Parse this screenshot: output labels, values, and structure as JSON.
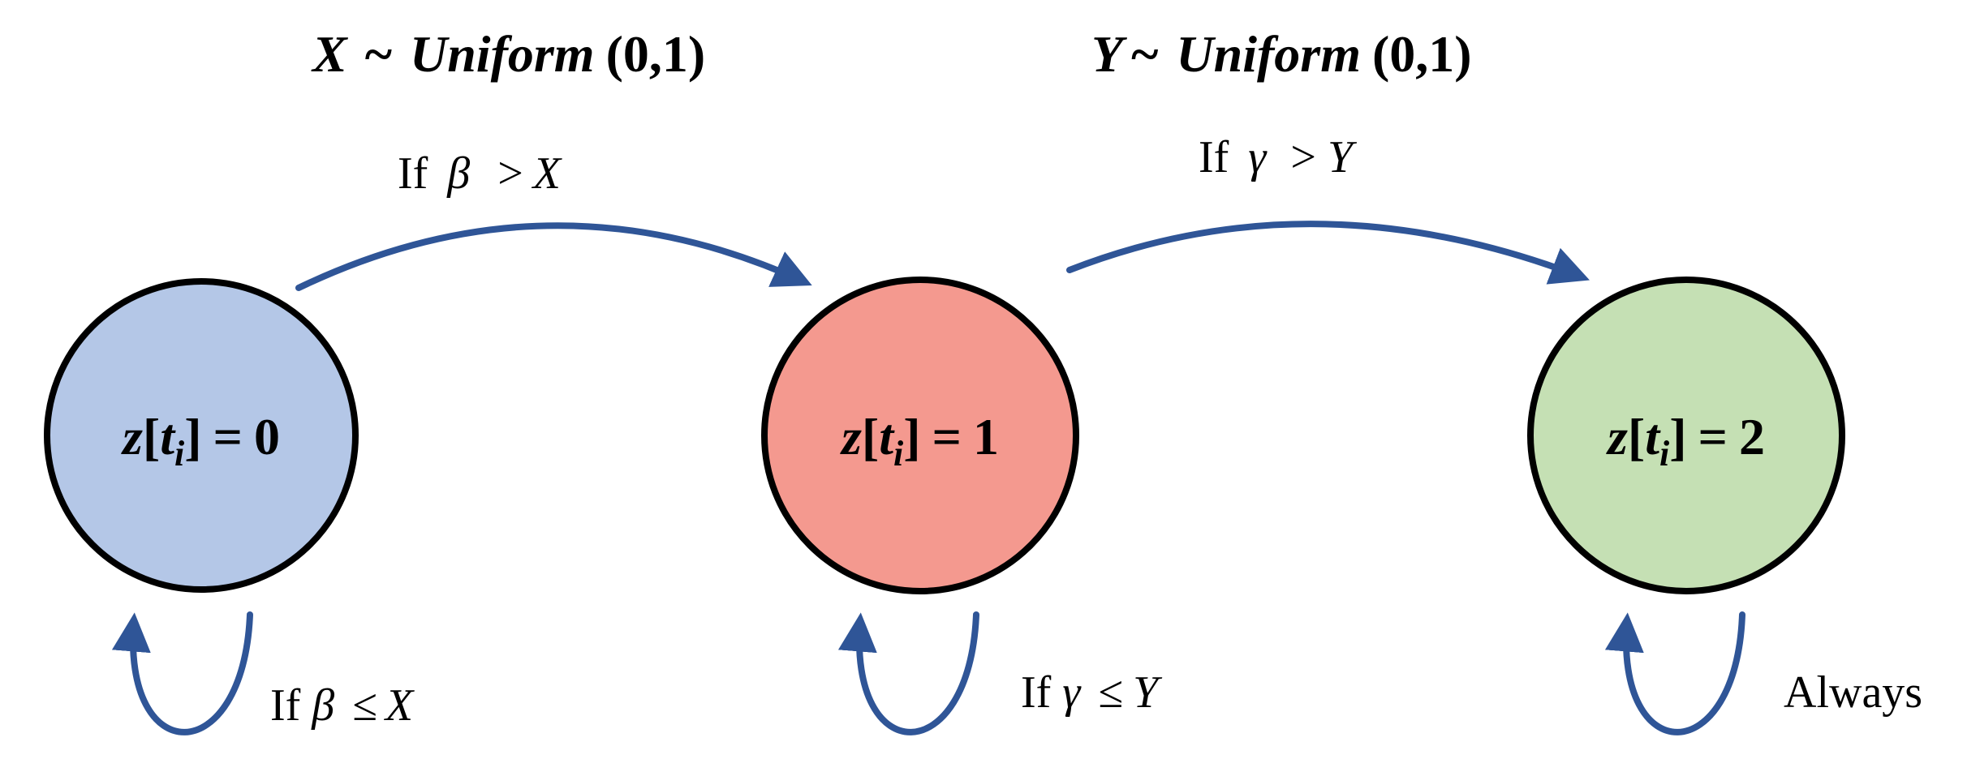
{
  "distributions": [
    {
      "var": "X",
      "tilde": "~",
      "name": "Uniform",
      "args": "(0,1)"
    },
    {
      "var": "Y",
      "tilde": "~",
      "name": "Uniform",
      "args": "(0,1)"
    }
  ],
  "transitions": [
    {
      "if": "If",
      "param": "β",
      "op": ">",
      "var": "X"
    },
    {
      "if": "If",
      "param": "γ",
      "op": ">",
      "var": "Y"
    }
  ],
  "self_loops": [
    {
      "if": "If",
      "param": "β",
      "op": "≤",
      "var": "X"
    },
    {
      "if": "If",
      "param": "γ",
      "op": "≤",
      "var": "Y"
    },
    {
      "label": "Always"
    }
  ],
  "states": [
    {
      "z": "z",
      "open": "[",
      "t": "t",
      "sub": "i",
      "close": "]",
      "eq": "=",
      "value": "0",
      "color": "#b4c7e7"
    },
    {
      "z": "z",
      "open": "[",
      "t": "t",
      "sub": "i",
      "close": "]",
      "eq": "=",
      "value": "1",
      "color": "#f4998f"
    },
    {
      "z": "z",
      "open": "[",
      "t": "t",
      "sub": "i",
      "close": "]",
      "eq": "=",
      "value": "2",
      "color": "#c5e0b4"
    }
  ],
  "colors": {
    "arrow": "#2f5597",
    "outline": "#000000"
  }
}
